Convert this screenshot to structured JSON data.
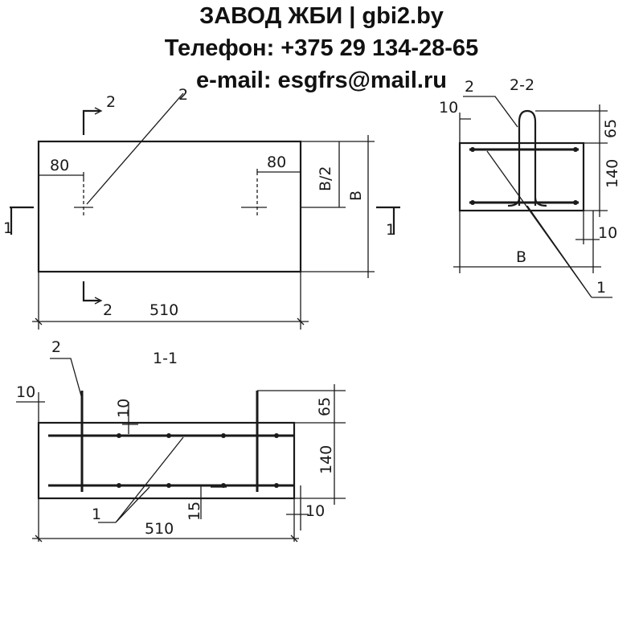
{
  "header": {
    "line1": "ЗАВОД ЖБИ | gbi2.by",
    "line2": "Телефон: +375 29 134-28-65",
    "line3": "e-mail: esgfrs@mail.ru"
  },
  "plan": {
    "section_mark_top": "2",
    "section_mark_bottom": "2",
    "section_mark_left": "1",
    "section_mark_right": "1",
    "dim_left_80": "80",
    "dim_right_80": "80",
    "dim_half_b": "B/2",
    "dim_b": "B",
    "dim_length": "510",
    "leader_2": "2"
  },
  "section_2_2": {
    "title": "2-2",
    "leader_2": "2",
    "dim_10_top": "10",
    "dim_65": "65",
    "dim_140": "140",
    "dim_10_bottom": "10",
    "dim_b": "B",
    "leader_1": "1"
  },
  "section_1_1": {
    "title": "1-1",
    "leader_2": "2",
    "dim_10_left": "10",
    "dim_10_inner": "10",
    "dim_65": "65",
    "dim_140": "140",
    "dim_15": "15",
    "dim_10_right": "10",
    "dim_length": "510",
    "leader_1": "1"
  },
  "colors": {
    "ink": "#1a1a1a",
    "header_text": "#111111",
    "background": "#ffffff"
  }
}
